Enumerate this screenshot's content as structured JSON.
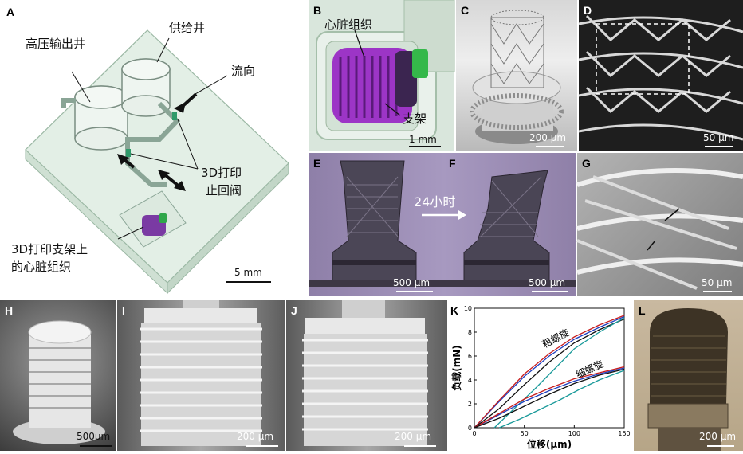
{
  "panels": {
    "A": {
      "label": "A",
      "well_high_pressure": "高压输出井",
      "well_supply": "供给井",
      "flow_direction": "流向",
      "check_valve_line1": "3D打印",
      "check_valve_line2": "止回阀",
      "tissue_line1": "3D打印支架上",
      "tissue_line2": "的心脏组织",
      "scale": "5 mm"
    },
    "B": {
      "label": "B",
      "tissue": "心脏组织",
      "scaffold": "支架",
      "scale": "1 mm"
    },
    "C": {
      "label": "C",
      "scale": "200 µm"
    },
    "D": {
      "label": "D",
      "scale": "50 µm"
    },
    "E": {
      "label": "E",
      "scale": "500 µm"
    },
    "F": {
      "label": "F",
      "scale": "500 µm",
      "time_label": "24小时"
    },
    "G": {
      "label": "G",
      "scale": "50 µm"
    },
    "H": {
      "label": "H",
      "scale": "500µm"
    },
    "I": {
      "label": "I",
      "scale": "200 µm"
    },
    "J": {
      "label": "J",
      "scale": "200 µm"
    },
    "K": {
      "label": "K"
    },
    "L": {
      "label": "L",
      "scale": "200 µm"
    }
  },
  "chart_data": {
    "type": "line",
    "xlabel": "位移(µm)",
    "ylabel": "负载(mN)",
    "xlim": [
      0,
      150
    ],
    "ylim": [
      0,
      10
    ],
    "xticks": [
      "0",
      "50",
      "100",
      "150"
    ],
    "yticks": [
      "0",
      "2",
      "4",
      "6",
      "8",
      "10"
    ],
    "annotations": [
      "粗螺旋",
      "细螺旋"
    ],
    "series": [
      {
        "group": "粗螺旋",
        "color": "#1f3fbf",
        "x": [
          0,
          25,
          50,
          75,
          100,
          125,
          150
        ],
        "y": [
          0,
          2.2,
          4.3,
          6.0,
          7.4,
          8.4,
          9.3
        ]
      },
      {
        "group": "粗螺旋",
        "color": "#c81e1e",
        "x": [
          0,
          25,
          50,
          75,
          100,
          125,
          150
        ],
        "y": [
          0,
          2.3,
          4.5,
          6.2,
          7.6,
          8.6,
          9.4
        ]
      },
      {
        "group": "粗螺旋",
        "color": "#111111",
        "x": [
          0,
          25,
          50,
          75,
          100,
          125,
          150
        ],
        "y": [
          0,
          1.6,
          3.6,
          5.5,
          7.1,
          8.2,
          9.1
        ]
      },
      {
        "group": "粗螺旋",
        "color": "#1a9a9a",
        "x": [
          20,
          40,
          60,
          80,
          100,
          125,
          150
        ],
        "y": [
          0,
          1.6,
          3.2,
          4.9,
          6.6,
          8.0,
          9.2
        ]
      },
      {
        "group": "细螺旋",
        "color": "#1f3fbf",
        "x": [
          0,
          25,
          50,
          75,
          100,
          125,
          150
        ],
        "y": [
          0,
          1.1,
          2.2,
          3.1,
          3.9,
          4.5,
          5.0
        ]
      },
      {
        "group": "细螺旋",
        "color": "#c81e1e",
        "x": [
          0,
          25,
          50,
          75,
          100,
          125,
          150
        ],
        "y": [
          0,
          1.2,
          2.4,
          3.3,
          4.1,
          4.6,
          5.1
        ]
      },
      {
        "group": "细螺旋",
        "color": "#111111",
        "x": [
          0,
          25,
          50,
          75,
          100,
          125,
          150
        ],
        "y": [
          0,
          0.8,
          1.8,
          2.8,
          3.7,
          4.4,
          4.9
        ]
      },
      {
        "group": "细螺旋",
        "color": "#1a9a9a",
        "x": [
          25,
          45,
          65,
          85,
          105,
          125,
          150
        ],
        "y": [
          0,
          0.7,
          1.5,
          2.3,
          3.2,
          4.0,
          4.8
        ]
      }
    ]
  }
}
